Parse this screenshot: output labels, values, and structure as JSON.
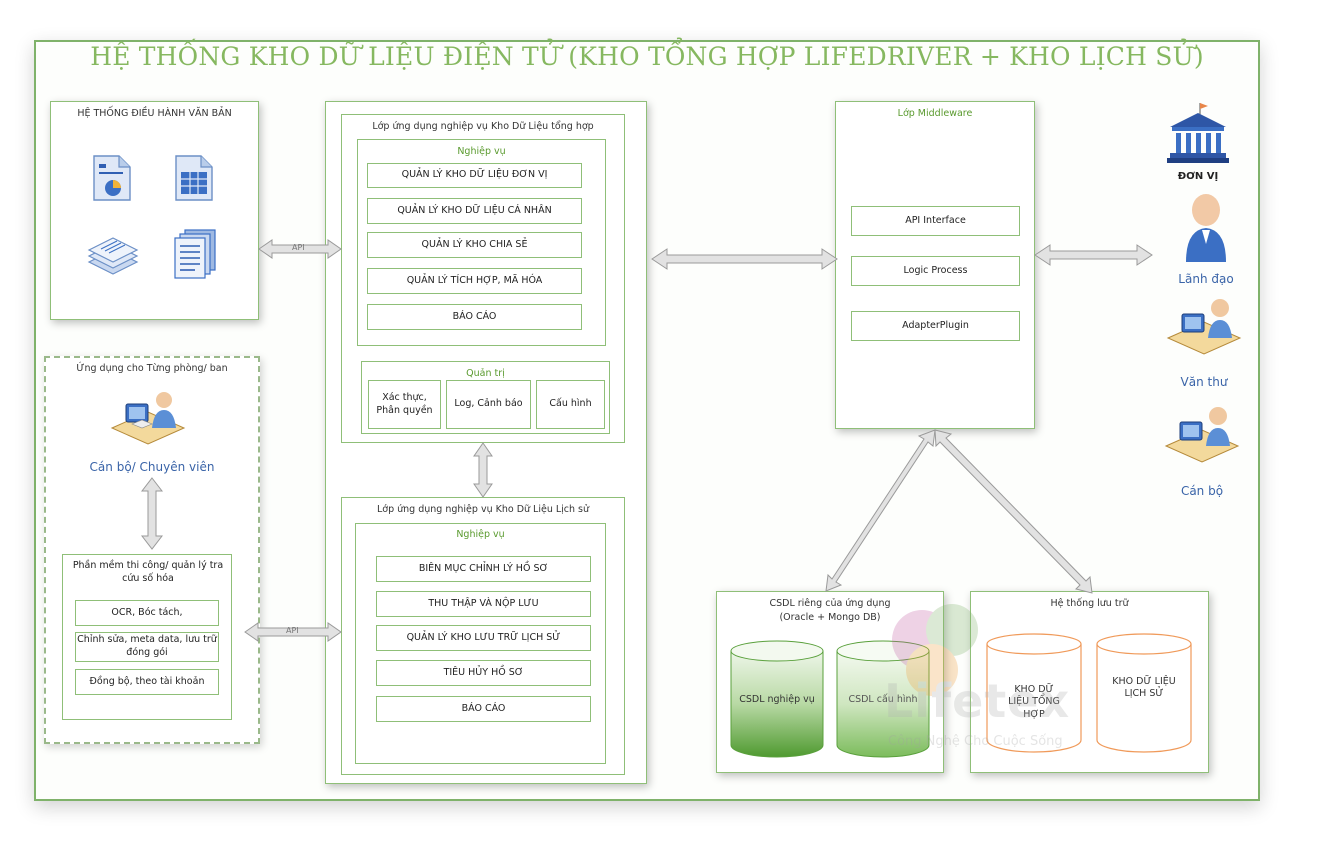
{
  "title": "HỆ THỐNG KHO DỮ LIỆU ĐIỆN TỬ (KHO TỔNG HỢP LIFEDRIVER + KHO LỊCH SỬ)",
  "doc_system": {
    "title": "HỆ THỐNG ĐIỀU HÀNH VĂN BẢN"
  },
  "dept_app": {
    "title": "Ứng dụng cho Từng phòng/ ban",
    "user_label": "Cán bộ/ Chuyên viên",
    "software": {
      "title": "Phần mềm thi công/ quản lý tra cứu số hóa",
      "items": [
        "OCR, Bóc tách,",
        "Chỉnh sửa, meta data, lưu trữ đóng gói",
        "Đồng bộ, theo tài khoản"
      ]
    }
  },
  "api_label_top": "API",
  "api_label_bottom": "API",
  "app_layer_general": {
    "title": "Lớp ứng dụng nghiệp vụ Kho Dữ Liệu tổng hợp",
    "business": {
      "title": "Nghiệp vụ",
      "items": [
        "QUẢN LÝ KHO DỮ LIỆU ĐƠN VỊ",
        "QUẢN LÝ KHO DỮ LIỆU CÁ NHÂN",
        "QUẢN LÝ KHO CHIA SẺ",
        "QUẢN LÝ TÍCH HỢP, MÃ HÓA",
        "BÁO CÁO"
      ]
    },
    "admin": {
      "title": "Quản trị",
      "items": [
        "Xác thực, Phân quyền",
        "Log, Cảnh báo",
        "Cấu hình"
      ]
    }
  },
  "app_layer_history": {
    "title": "Lớp ứng dụng nghiệp vụ Kho Dữ Liệu Lịch sử",
    "business": {
      "title": "Nghiệp vụ",
      "items": [
        "BIÊN MỤC CHỈNH LÝ HỒ SƠ",
        "THU THẬP VÀ NỘP LƯU",
        "QUẢN LÝ KHO LƯU TRỮ LỊCH SỬ",
        "TIÊU HỦY HỒ SƠ",
        "BÁO CÁO"
      ]
    }
  },
  "middleware": {
    "title": "Lớp Middleware",
    "items": [
      "API Interface",
      "Logic Process",
      "AdapterPlugin"
    ]
  },
  "db": {
    "title": "CSDL riêng của ứng dụng",
    "subtitle": "(Oracle + Mongo DB)",
    "cylinders": [
      "CSDL nghiệp vụ",
      "CSDL cấu hình"
    ]
  },
  "storage": {
    "title": "Hệ thống lưu trữ",
    "cylinders": [
      "KHO DỮ LIỆU TỔNG HỢP",
      "KHO DỮ LIỆU LỊCH SỬ"
    ]
  },
  "actors": [
    {
      "label": "ĐƠN VỊ",
      "icon": "building-icon"
    },
    {
      "label": "Lãnh đạo",
      "icon": "leader-icon"
    },
    {
      "label": "Văn thư",
      "icon": "clerk-icon"
    },
    {
      "label": "Cán bộ",
      "icon": "staff-icon"
    }
  ],
  "watermark": {
    "brand": "Lifetex",
    "tagline": "Công Nghệ Cho Cuộc Sống"
  },
  "colors": {
    "frame": "#7fb26a",
    "title": "#86b860",
    "accent_blue": "#3a64a8",
    "cylinder_green": "#5aa03c",
    "cylinder_orange": "#f09a5a"
  }
}
